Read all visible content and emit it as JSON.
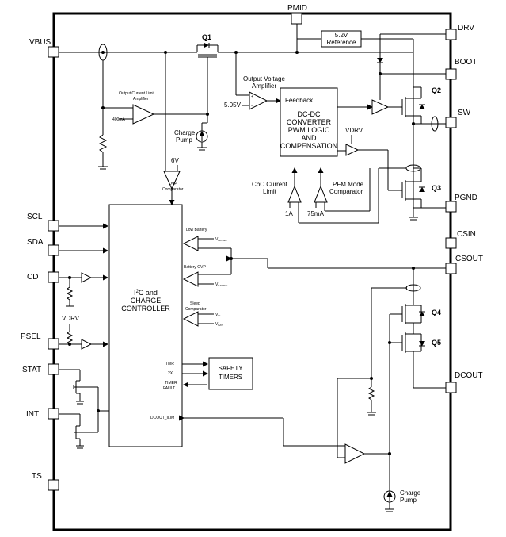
{
  "pins": {
    "vbus": "VBUS",
    "pmid": "PMID",
    "drv": "DRV",
    "boot": "BOOT",
    "sw": "SW",
    "pgnd": "PGND",
    "csin": "CSIN",
    "csout": "CSOUT",
    "dcout": "DCOUT",
    "scl": "SCL",
    "sda": "SDA",
    "cd": "CD",
    "psel": "PSEL",
    "stat": "STAT",
    "int": "INT",
    "ts": "TS"
  },
  "transistors": {
    "q1": "Q1",
    "q2": "Q2",
    "q3": "Q3",
    "q4": "Q4",
    "q5": "Q5"
  },
  "blocks": {
    "reference": [
      "5.2V",
      "Reference"
    ],
    "converter": [
      "DC-DC",
      "CONVERTER",
      "PWM LOGIC",
      "AND",
      "COMPENSATION"
    ],
    "controller_sup": "2",
    "controller": [
      "I",
      "C and",
      "CHARGE",
      "CONTROLLER"
    ],
    "safety": [
      "SAFETY",
      "TIMERS"
    ]
  },
  "labels": {
    "output_voltage_amp": [
      "Output Voltage",
      "Amplifier"
    ],
    "v505": "5.05V",
    "feedback": "Feedback",
    "ocl_amp": [
      "Output Current Limit",
      "Amplifier"
    ],
    "ma400": "400mA",
    "charge_pump": [
      "Charge",
      "Pump"
    ],
    "v6": "6V",
    "ovp_comp": [
      "OVP",
      "Comparator"
    ],
    "vdrv1": "VDRV",
    "vdrv2": "VDRV",
    "cbc": [
      "CbC Current",
      "Limit"
    ],
    "pfm": [
      "PFM Mode",
      "Comparator"
    ],
    "a1": "1A",
    "ma75": "75mA",
    "low_battery": "Low Battery",
    "vbatmin": [
      "V",
      "BATMIN"
    ],
    "battery_ovp": "Battery OVP",
    "vbatreg": [
      "V",
      "BATREG"
    ],
    "sleep_comp": [
      "Sleep",
      "Comparator"
    ],
    "vin": [
      "V",
      "IN"
    ],
    "vbat": [
      "V",
      "BAT"
    ],
    "tmr": "TMR",
    "x2": "2X",
    "timer_fault": [
      "TIMER",
      "FAULT"
    ],
    "dcout_ilim": "DCOUT_ILIM",
    "charge_pump2": [
      "Charge",
      "Pump"
    ]
  }
}
